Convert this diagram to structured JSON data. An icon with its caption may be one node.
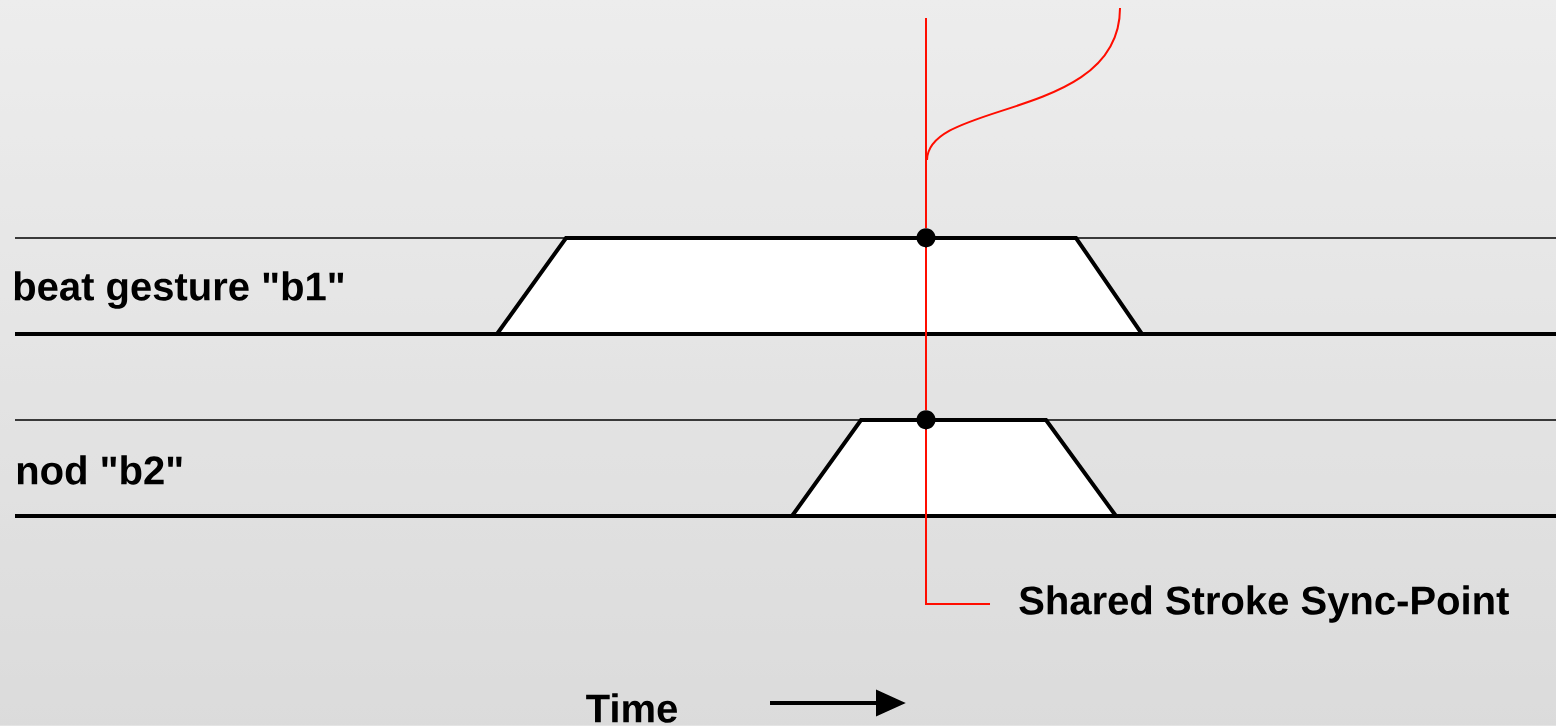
{
  "diagram": {
    "nodes": [
      {
        "text": [],
        "shape": "trapezoid"
      },
      {
        "text": [],
        "shape": "circle",
        "in": 0
      },
      {
        "text": [],
        "shape": "trapezoid"
      },
      {
        "text": [],
        "shape": "circle",
        "in": 2
      },
      {
        "text": [
          "Shared Stroke Sync-Point"
        ]
      }
    ],
    "edges": [
      {
        "from": 1,
        "to": 3,
        "arrow": "none"
      },
      {
        "from": 4,
        "to": 3,
        "arrow": "none"
      },
      {
        "from": 1,
        "to": null,
        "arrow": "none"
      }
    ],
    "labels": [
      "beat gesture \"b1\"",
      "nod \"b2\"",
      "Time"
    ]
  }
}
